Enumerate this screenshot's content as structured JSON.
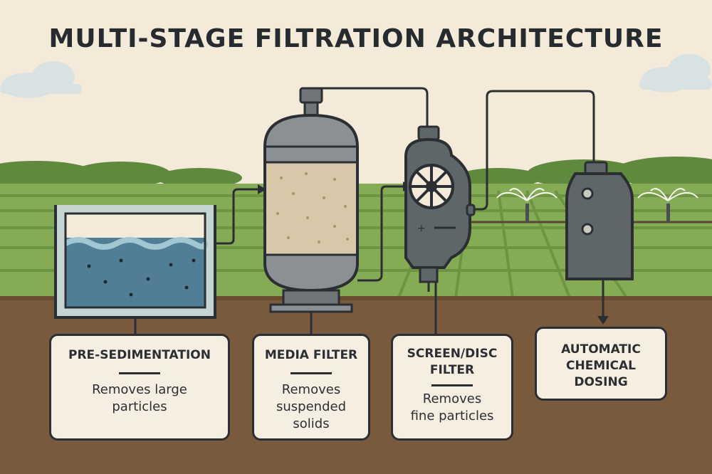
{
  "title": "MULTI-STAGE FILTRATION ARCHITECTURE",
  "stages": [
    {
      "name": "PRE-SEDIMENTATION",
      "desc_lines": [
        "Removes large",
        "particles"
      ]
    },
    {
      "name": "MEDIA FILTER",
      "desc_lines": [
        "Removes",
        "suspended",
        "solids"
      ]
    },
    {
      "name_lines": [
        "SCREEN/DISC",
        "FILTER"
      ],
      "desc_lines": [
        "Removes",
        "fine particles"
      ]
    },
    {
      "name_lines": [
        "AUTOMATIC",
        "CHEMICAL",
        "DOSING"
      ]
    }
  ],
  "colors": {
    "sky": "#f3ead9",
    "soil": "#7a5a3d",
    "field": "#86ab55",
    "water": "#4f7e96",
    "tank": "#808689",
    "media": "#d7c8a9",
    "outline": "#2b2f33"
  }
}
